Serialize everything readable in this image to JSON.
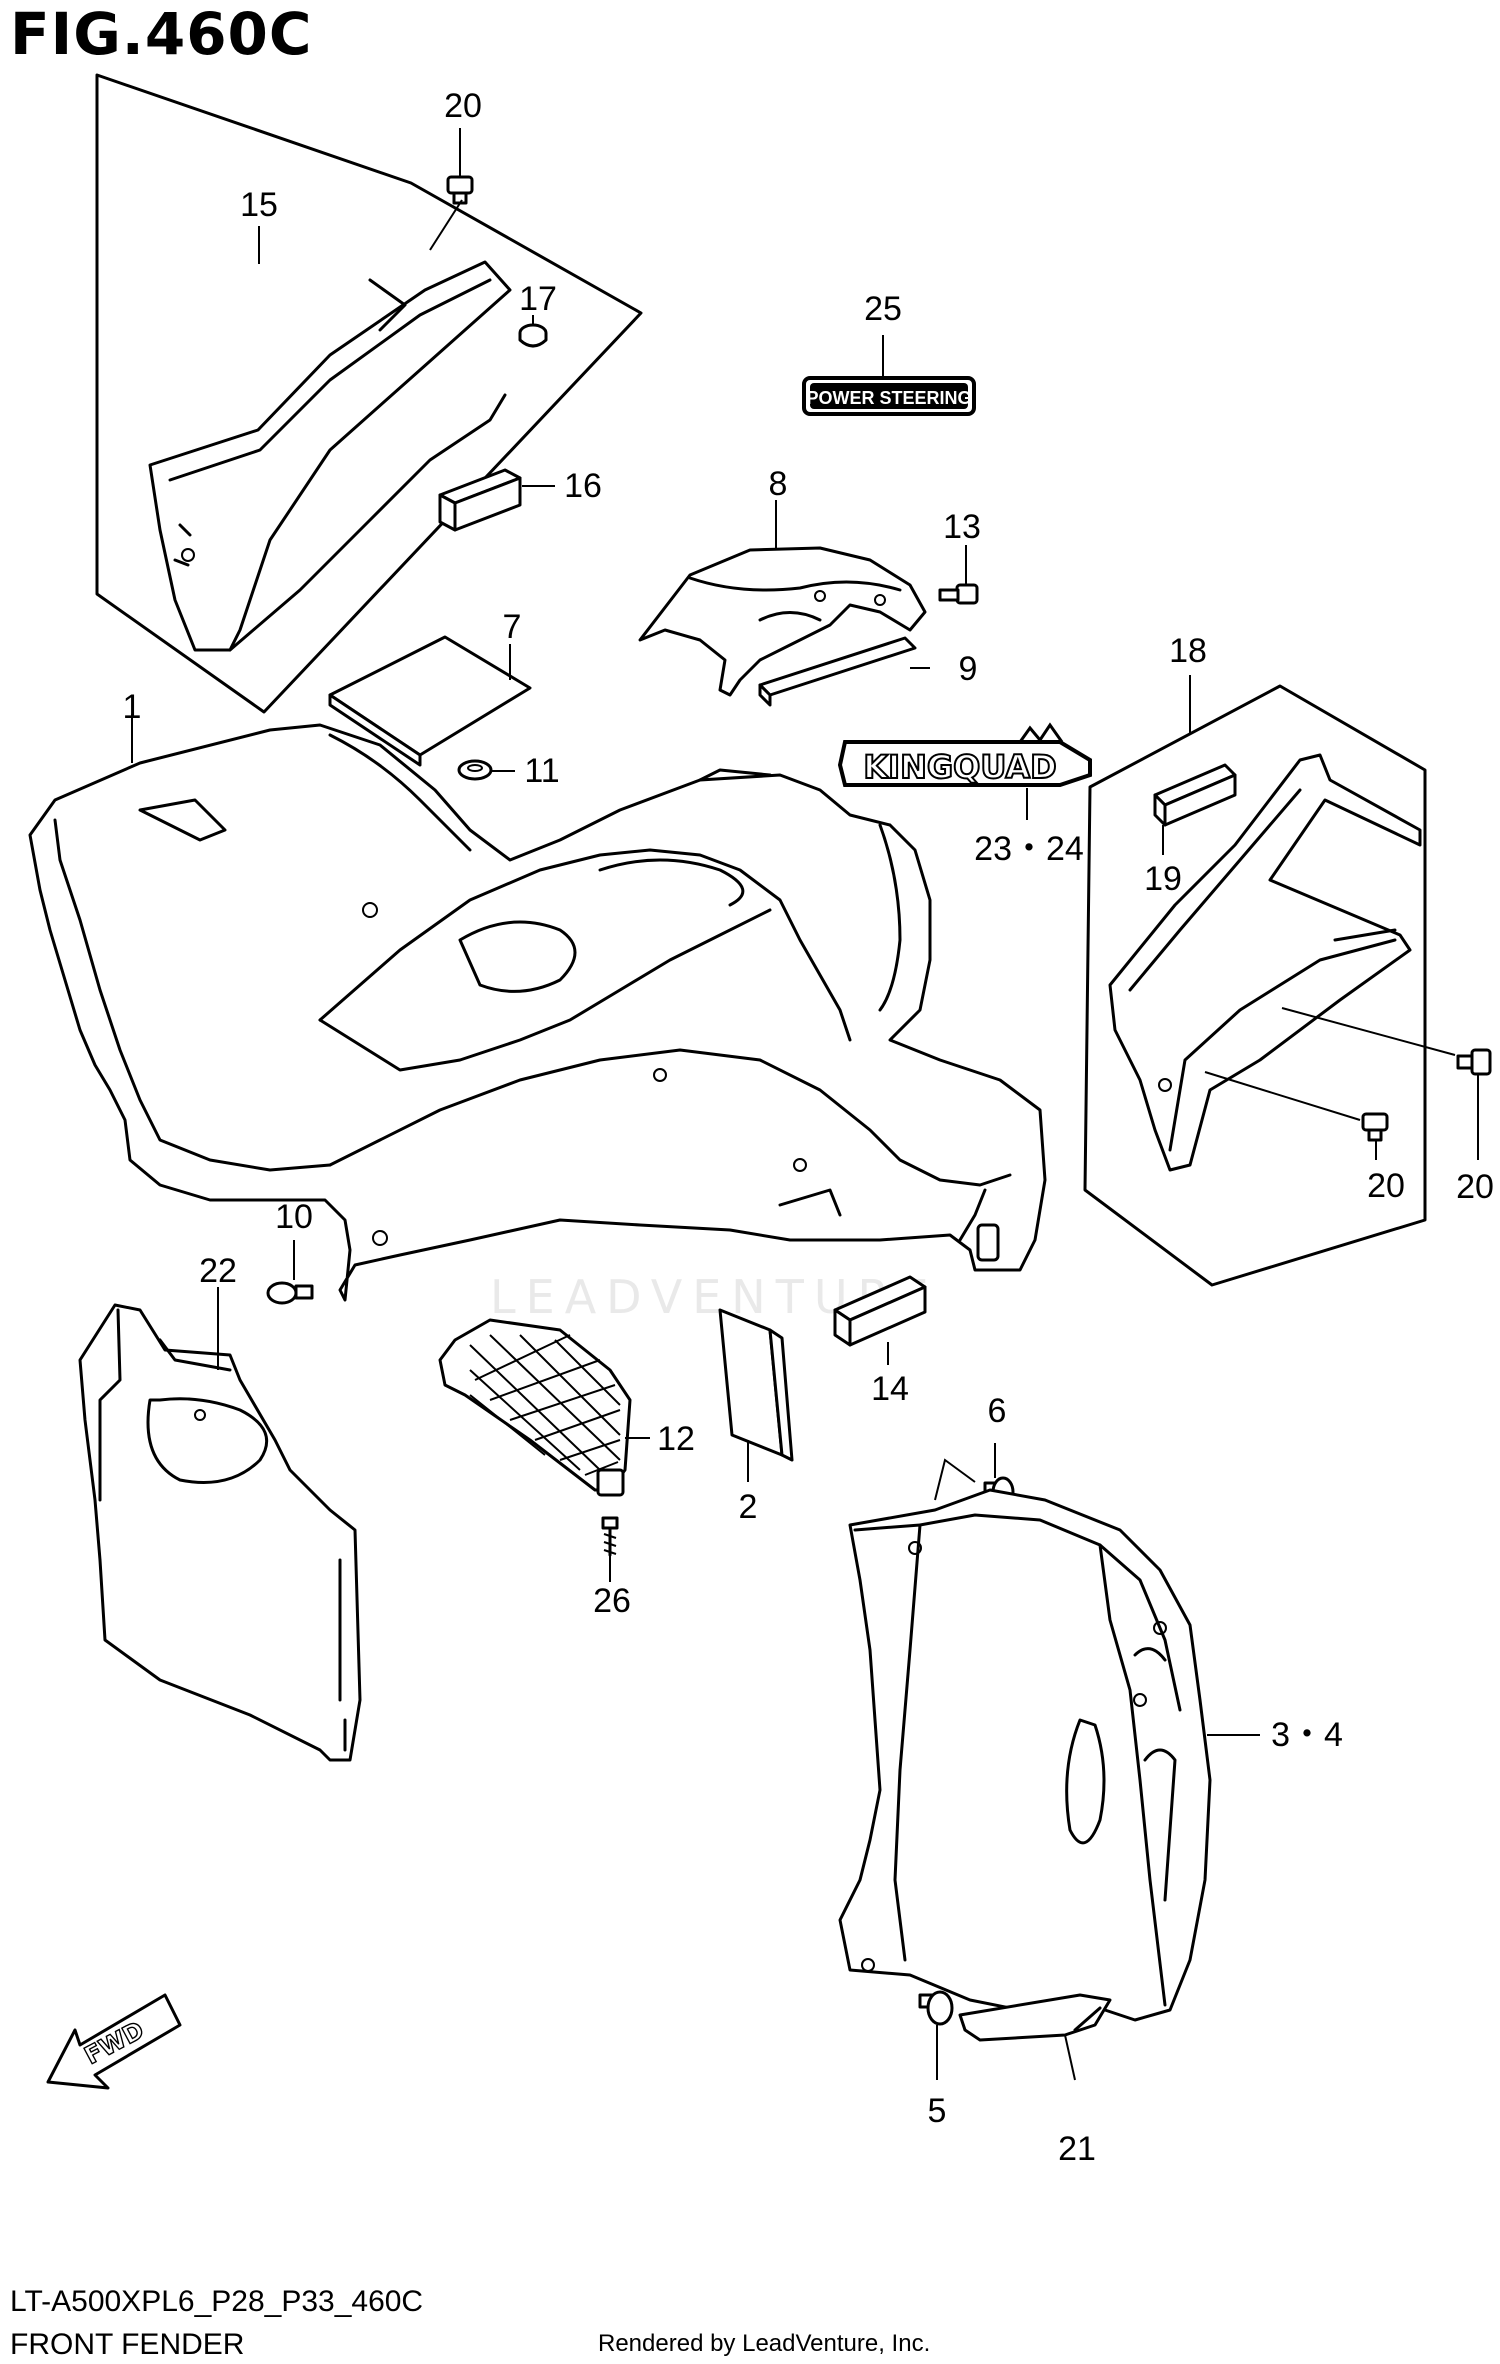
{
  "figure": {
    "title": "FIG.460C",
    "code": "LT-A500XPL6_P28_P33_460C",
    "caption": "FRONT FENDER",
    "credit": "Rendered by LeadVenture, Inc.",
    "watermark": "LEADVENTURE"
  },
  "labels": {
    "power_steering": "POWER STEERING",
    "kingquad": "KINGQUAD",
    "fwd": "FWD"
  },
  "callouts": {
    "c1": "1",
    "c2": "2",
    "c34": "3・4",
    "c5": "5",
    "c6": "6",
    "c7": "7",
    "c8": "8",
    "c9": "9",
    "c10": "10",
    "c11": "11",
    "c12": "12",
    "c13": "13",
    "c14": "14",
    "c15": "15",
    "c16": "16",
    "c17": "17",
    "c18": "18",
    "c19": "19",
    "c20a": "20",
    "c20b": "20",
    "c20c": "20",
    "c21": "21",
    "c22": "22",
    "c2324": "23・24",
    "c25": "25",
    "c26": "26"
  },
  "colors": {
    "line": "#000000",
    "background": "#ffffff",
    "watermark": "#e9e9e9"
  }
}
